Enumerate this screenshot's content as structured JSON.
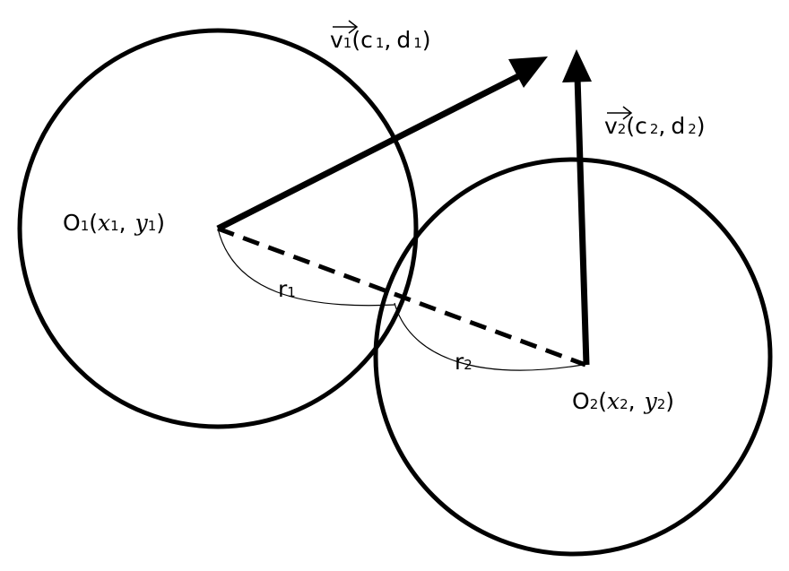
{
  "labels": {
    "o1": {
      "letter": "O",
      "idx": "1",
      "open": "(",
      "x": "x",
      "xi": "1",
      "comma": ",",
      "y": "y",
      "yi": "1",
      "close": ")"
    },
    "o2": {
      "letter": "O",
      "idx": "2",
      "open": "(",
      "x": "x",
      "xi": "2",
      "comma": ",",
      "y": "y",
      "yi": "2",
      "close": ")"
    },
    "v1": {
      "letter": "v",
      "idx": "1",
      "open": "(",
      "c": "c",
      "ci": "1",
      "comma": ",",
      "d": "d",
      "di": "1",
      "close": ")"
    },
    "v2": {
      "letter": "v",
      "idx": "2",
      "open": "(",
      "c": "c",
      "ci": "2",
      "comma": ",",
      "d": "d",
      "di": "2",
      "close": ")"
    },
    "r1": {
      "letter": "r",
      "idx": "1"
    },
    "r2": {
      "letter": "r",
      "idx": "2"
    }
  },
  "colors": {
    "ink": "#000000",
    "background": "#ffffff"
  }
}
